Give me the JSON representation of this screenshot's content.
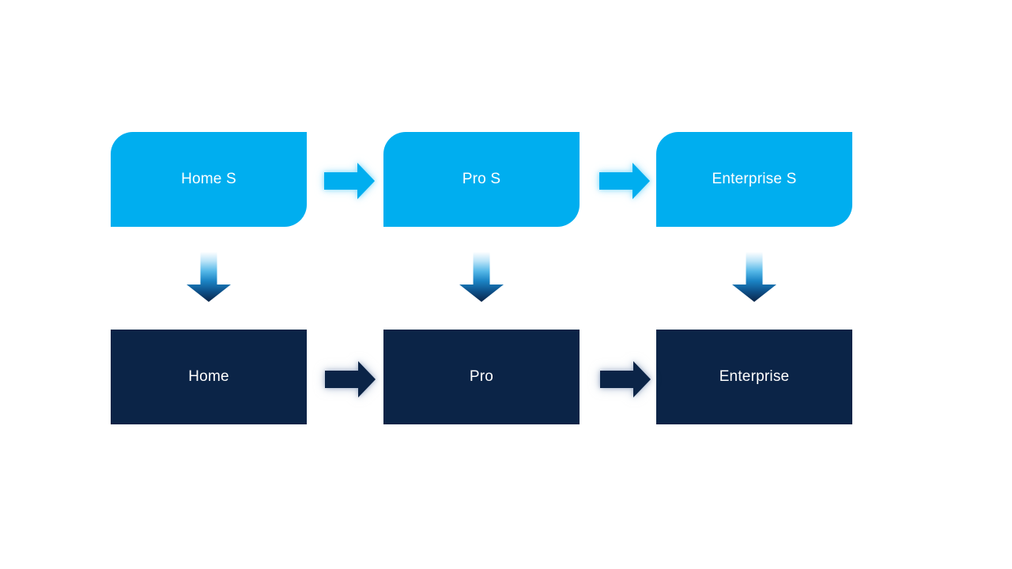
{
  "colors": {
    "background": "#FFFFFF",
    "light_blue": "#00AEEF",
    "navy": "#0B2447",
    "text": "#FFFFFF",
    "light_arrow_glow": "#8DDDFA",
    "dark_arrow_glow": "#94A6C2",
    "down_arrow_gradient": {
      "stop_0": "#FDFEFF",
      "stop_1": "#BCE4F8",
      "stop_2": "#56B8E8",
      "stop_3": "#1B84C4",
      "stop_4": "#0E538D",
      "stop_5": "#0B2447"
    }
  },
  "diagram": {
    "columns": [
      {
        "top_label": "Home S",
        "bottom_label": "Home"
      },
      {
        "top_label": "Pro S",
        "bottom_label": "Pro"
      },
      {
        "top_label": "Enterprise S",
        "bottom_label": "Enterprise"
      }
    ]
  }
}
